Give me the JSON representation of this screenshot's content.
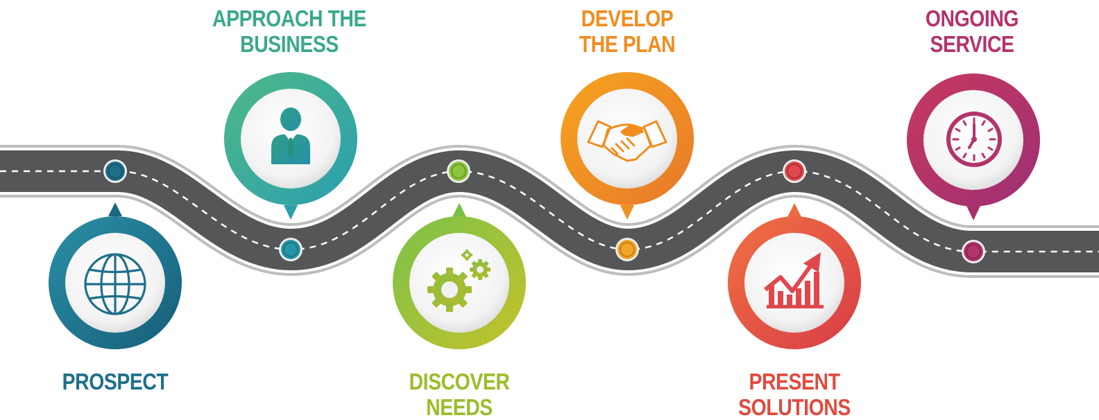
{
  "steps": [
    {
      "id": "prospect",
      "lines": [
        "PROSPECT"
      ],
      "color": "#1e6f8a",
      "grad": [
        "#2a8fa6",
        "#175e79"
      ],
      "icon": "globe-icon"
    },
    {
      "id": "approach",
      "lines": [
        "APPROACH THE",
        "BUSINESS"
      ],
      "color": "#3aaa8a",
      "grad": [
        "#4fb887",
        "#2a9fb0"
      ],
      "icon": "businessman-icon"
    },
    {
      "id": "discover",
      "lines": [
        "DISCOVER",
        "NEEDS"
      ],
      "color": "#9cbc2c",
      "grad": [
        "#7cc24a",
        "#c4c22a"
      ],
      "icon": "gears-icon"
    },
    {
      "id": "develop",
      "lines": [
        "DEVELOP",
        "THE PLAN"
      ],
      "color": "#f28c1e",
      "grad": [
        "#f7a51f",
        "#e7782a"
      ],
      "icon": "handshake-icon"
    },
    {
      "id": "present",
      "lines": [
        "PRESENT",
        "SOLUTIONS"
      ],
      "color": "#e04a3f",
      "grad": [
        "#f07142",
        "#d83c47"
      ],
      "icon": "growth-chart-icon"
    },
    {
      "id": "ongoing",
      "lines": [
        "ONGOING",
        "SERVICE"
      ],
      "color": "#b3336b",
      "grad": [
        "#c8395f",
        "#9c2f74"
      ],
      "icon": "clock-icon"
    }
  ]
}
